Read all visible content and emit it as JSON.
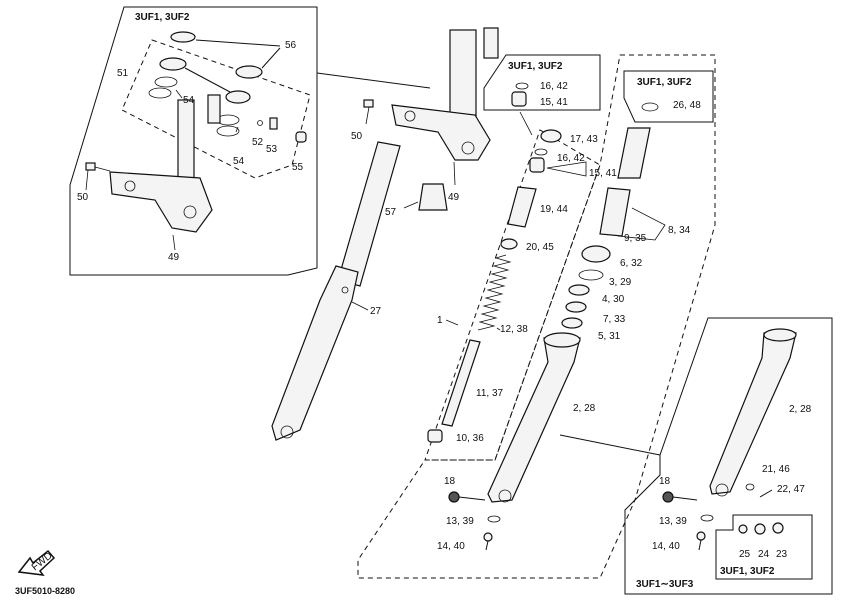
{
  "boxes": {
    "top_left": "3UF1, 3UF2",
    "center_small": "3UF1, 3UF2",
    "right_small": "3UF1, 3UF2",
    "bottom_right": "3UF1∼3UF3",
    "bottom_right_inner": "3UF1, 3UF2"
  },
  "labels": {
    "l56": "56",
    "l51": "51",
    "l54a": "54",
    "l54b": "54",
    "l52": "52",
    "l53": "53",
    "l55": "55",
    "l50a": "50",
    "l49a": "49",
    "l50b": "50",
    "l49b": "49",
    "l57": "57",
    "l27": "27",
    "l1": "1",
    "l16_42a": "16, 42",
    "l15_41a": "15, 41",
    "l17_43": "17, 43",
    "l16_42b": "16, 42",
    "l15_41b": "15, 41",
    "l19_44": "19, 44",
    "l20_45": "20, 45",
    "l12_38": "12, 38",
    "l11_37": "11, 37",
    "l10_36": "10, 36",
    "l26_48": "26, 48",
    "l8_34": "8, 34",
    "l9_35": "9, 35",
    "l6_32": "6, 32",
    "l3_29": "3, 29",
    "l4_30": "4, 30",
    "l7_33": "7, 33",
    "l5_31": "5, 31",
    "l2_28a": "2, 28",
    "l2_28b": "2, 28",
    "l18a": "18",
    "l13_39a": "13, 39",
    "l14_40a": "14, 40",
    "l18b": "18",
    "l13_39b": "13, 39",
    "l14_40b": "14, 40",
    "l21_46": "21, 46",
    "l22_47": "22, 47",
    "l25": "25",
    "l24": "24",
    "l23": "23"
  },
  "fwd_label": "FWD",
  "drawing_code": "3UF5010-8280"
}
